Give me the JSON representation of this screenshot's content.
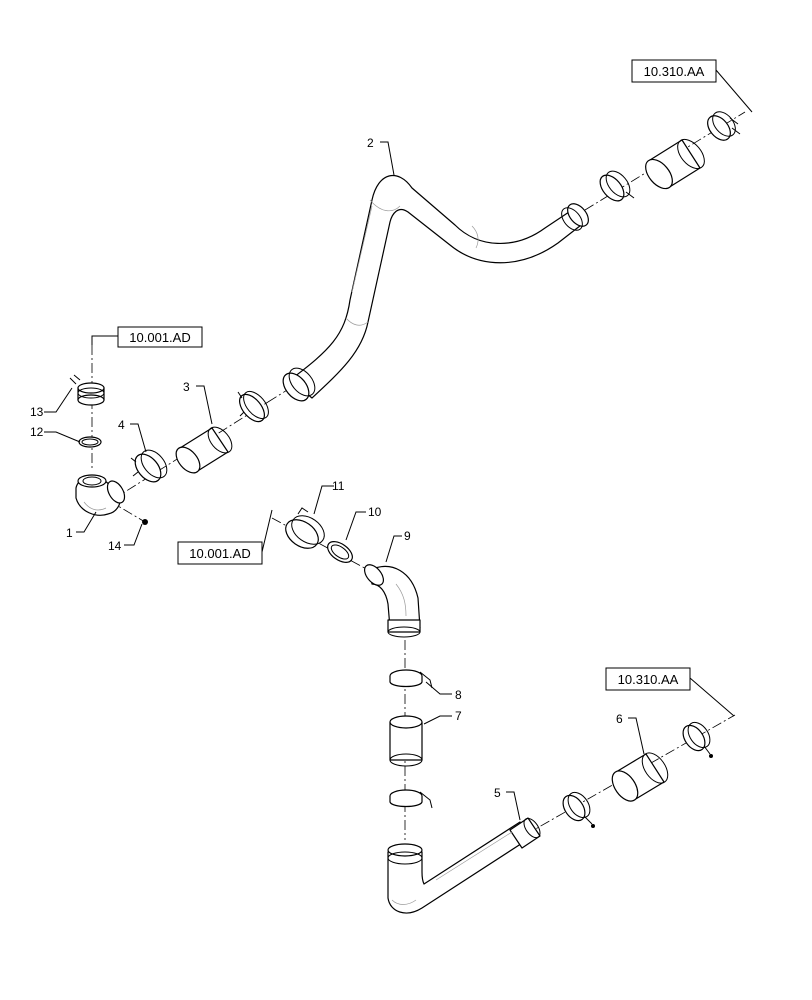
{
  "diagram": {
    "callouts": [
      {
        "id": "c1",
        "label": "1"
      },
      {
        "id": "c2",
        "label": "2"
      },
      {
        "id": "c3",
        "label": "3"
      },
      {
        "id": "c4",
        "label": "4"
      },
      {
        "id": "c5",
        "label": "5"
      },
      {
        "id": "c6",
        "label": "6"
      },
      {
        "id": "c7",
        "label": "7"
      },
      {
        "id": "c8",
        "label": "8"
      },
      {
        "id": "c9",
        "label": "9"
      },
      {
        "id": "c10",
        "label": "10"
      },
      {
        "id": "c11",
        "label": "11"
      },
      {
        "id": "c12",
        "label": "12"
      },
      {
        "id": "c13",
        "label": "13"
      },
      {
        "id": "c14",
        "label": "14"
      }
    ],
    "references": [
      {
        "id": "ref-top-right",
        "label": "10.310.AA"
      },
      {
        "id": "ref-upper-left",
        "label": "10.001.AD"
      },
      {
        "id": "ref-mid-left",
        "label": "10.001.AD"
      },
      {
        "id": "ref-lower-right",
        "label": "10.310.AA"
      }
    ]
  }
}
